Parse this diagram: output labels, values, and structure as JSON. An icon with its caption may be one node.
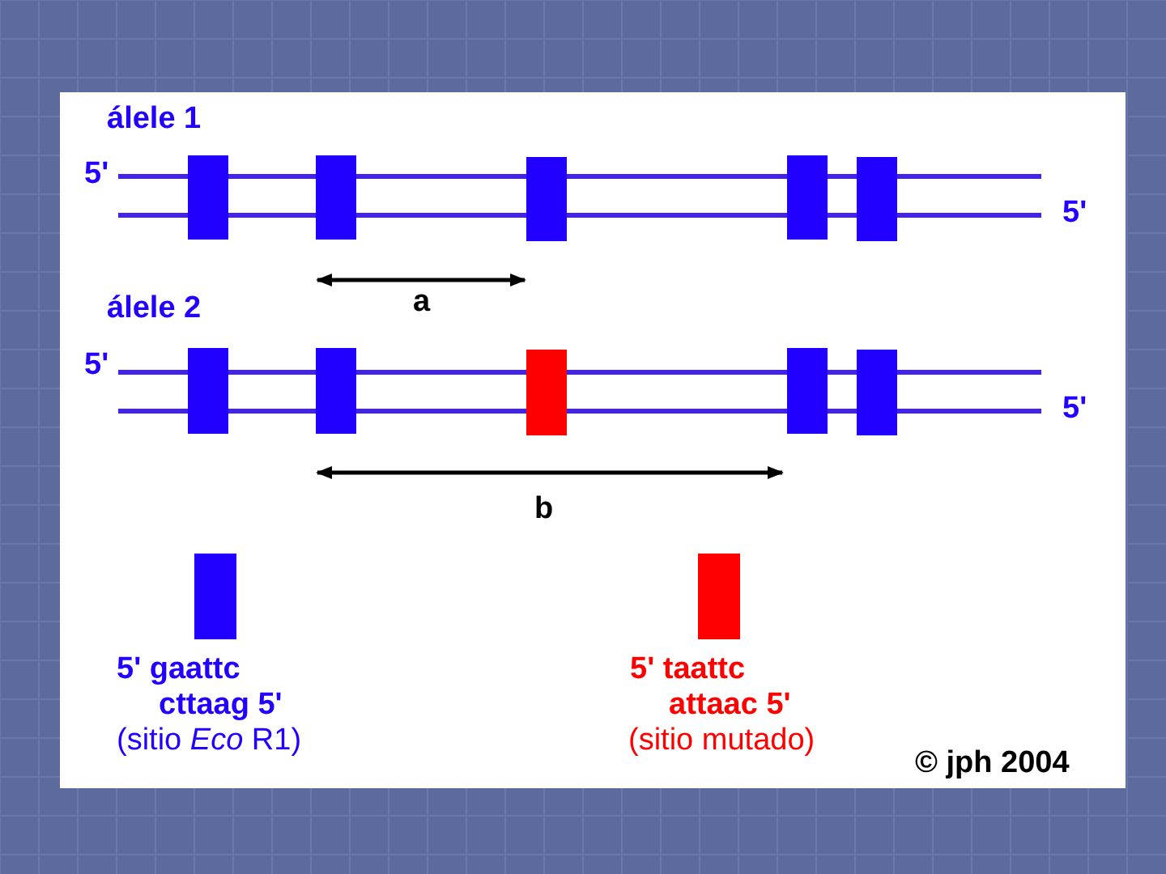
{
  "diagram": {
    "labels": [
      "álele 1",
      "5'",
      "5'",
      "a",
      "álele 2",
      "5'",
      "5'",
      "b",
      "5' gaattc",
      "cttaag 5'",
      "5' taattc",
      "attaac 5'",
      "© jph 2004"
    ],
    "legend": [
      {
        "text": "(sitio *Eco* R1)",
        "color": "#2200ff"
      },
      {
        "text": "(sitio mutado)",
        "color": "#ff0000"
      }
    ]
  }
}
